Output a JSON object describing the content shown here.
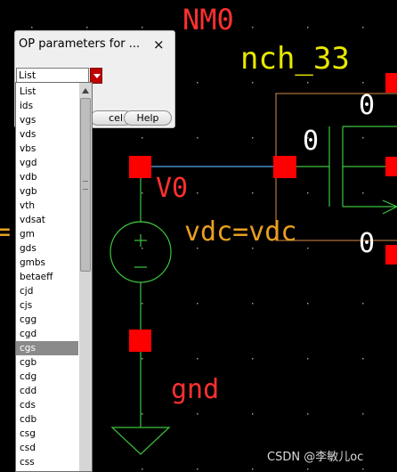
{
  "schematic": {
    "instance_name": "NM0",
    "cell_name": "nch_33",
    "net_label": "V0",
    "source_param": "vdc=vdc",
    "ground_label": "gnd",
    "terminal_labels": [
      "0",
      "0",
      "0"
    ],
    "left_edge_text": "=",
    "colors": {
      "background": "#000000",
      "pin": "#ff0000",
      "label": "#ff3030",
      "cell": "#e8e800",
      "wire": "#4fa8e8",
      "device": "#3ec43e",
      "boundary": "#d98a4a"
    }
  },
  "dialog": {
    "title": "OP parameters for ...",
    "close_label": "×",
    "selected_value": "List",
    "cancel_label": "Cancel",
    "cancel_visible": "cel",
    "help_label": "Help"
  },
  "dropdown": {
    "items": [
      "List",
      "ids",
      "vgs",
      "vds",
      "vbs",
      "vgd",
      "vdb",
      "vgb",
      "vth",
      "vdsat",
      "gm",
      "gds",
      "gmbs",
      "betaeff",
      "cjd",
      "cjs",
      "cgg",
      "cgd",
      "cgs",
      "cgb",
      "cdg",
      "cdd",
      "cds",
      "cdb",
      "csg",
      "csd",
      "css"
    ],
    "highlighted": "cgs"
  },
  "watermark": "CSDN @李敏儿oc"
}
